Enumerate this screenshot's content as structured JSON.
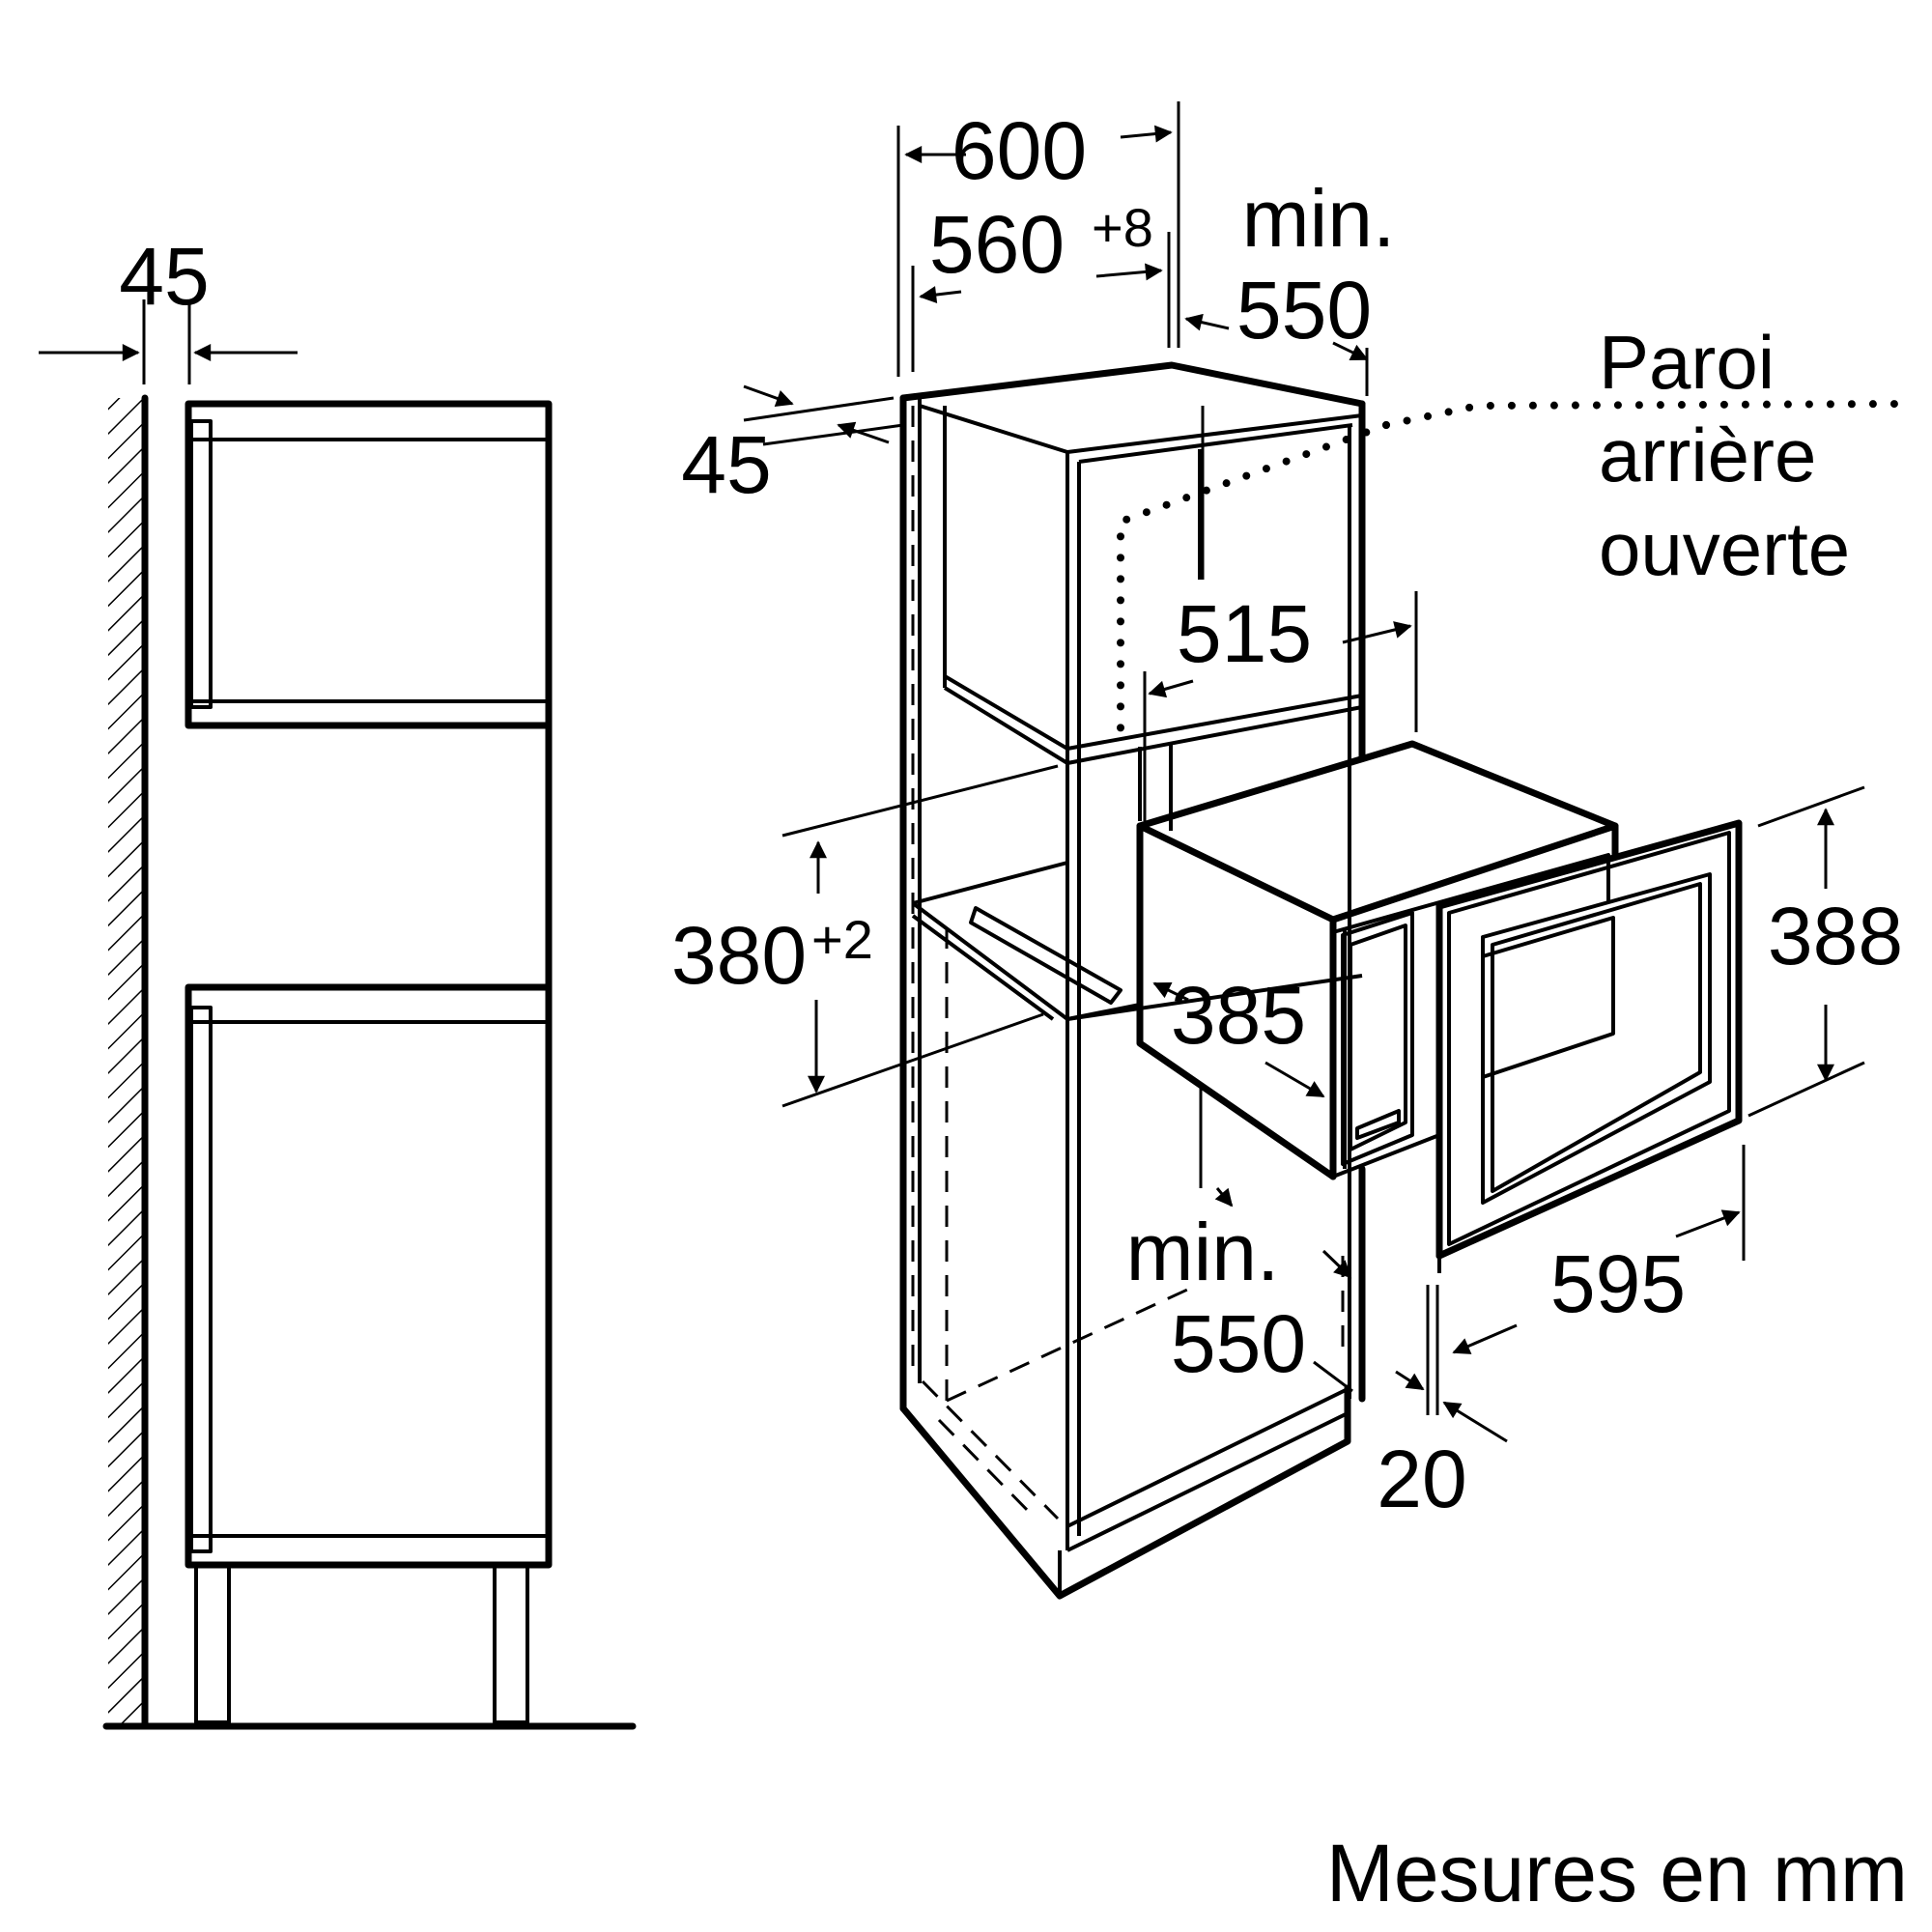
{
  "side_view": {
    "dim_wall_gap": "45"
  },
  "iso_view": {
    "dim_width_600": "600",
    "dim_niche_560": "560",
    "dim_niche_560_tol": "+8",
    "dim_depth_min_label": "min.",
    "dim_depth_550": "550",
    "dim_top_45": "45",
    "note_open_back": [
      "Paroi",
      "arrière",
      "ouverte"
    ],
    "dim_515": "515",
    "dim_height_380": "380",
    "dim_height_380_tol": "+2",
    "dim_385": "385",
    "dim_388": "388",
    "dim_min_label_bottom": "min.",
    "dim_550_bottom": "550",
    "dim_595": "595",
    "dim_20": "20"
  },
  "footer": {
    "units_caption": "Mesures en mm"
  }
}
